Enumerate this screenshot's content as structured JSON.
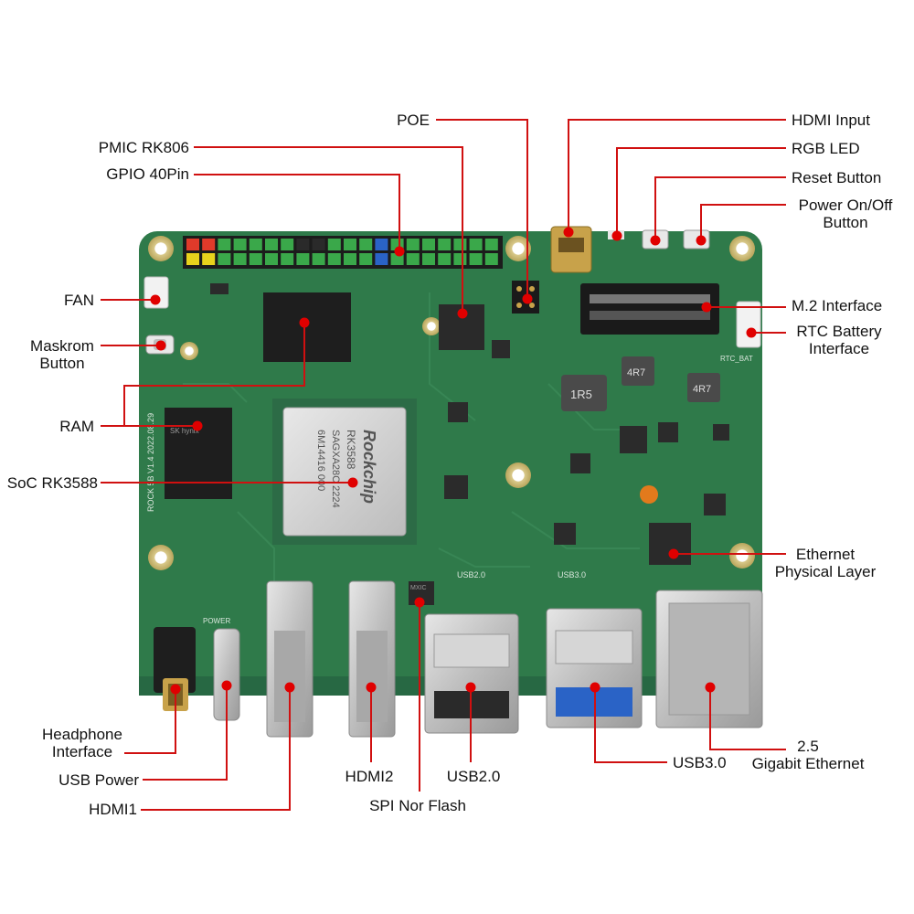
{
  "colors": {
    "leader": "#d01010",
    "dot": "#e00000",
    "pcb": "#2f7a4a",
    "pcb_dark": "#245f3a",
    "metal": "#c9c9c9",
    "chip": "#1e1e1e",
    "gold": "#c8a24a",
    "usb3_blue": "#2a63c6"
  },
  "labels": {
    "poe": "POE",
    "hdmi_input": "HDMI Input",
    "pmic": "PMIC RK806",
    "rgb_led": "RGB LED",
    "gpio": "GPIO 40Pin",
    "reset_button": "Reset Button",
    "power_button": [
      "Power On/Off",
      "Button"
    ],
    "fan": "FAN",
    "m2": "M.2 Interface",
    "maskrom": [
      "Maskrom",
      "Button"
    ],
    "rtc": [
      "RTC Battery",
      "Interface"
    ],
    "ram": "RAM",
    "soc": "SoC RK3588",
    "ethernet_phy": [
      "Ethernet",
      "Physical Layer"
    ],
    "headphone": [
      "Headphone",
      "Interface"
    ],
    "usb_power": "USB Power",
    "hdmi1": "HDMI1",
    "hdmi2": "HDMI2",
    "usb2": "USB2.0",
    "usb3": "USB3.0",
    "spi": "SPI Nor Flash",
    "gbe": [
      "2.5",
      "Gigabit Ethernet"
    ]
  },
  "board_text": {
    "soc_brand": "Rockchip",
    "soc_model": "RK3588",
    "soc_line2": "SAGXA28C  2224",
    "soc_line3": "6M14416 000",
    "ram_brand": "SK hynix",
    "rom_marking": "ROCK 5B V1.4 2022.08.29",
    "inductor_1": "1R5",
    "inductor_2": "4R7",
    "inductor_3": "4R7",
    "silk_usb2": "USB2.0",
    "silk_usb3": "USB3.0",
    "silk_powr": "POWER",
    "silk_rtc": "RTC_BAT",
    "silk_spi": "MXIC"
  }
}
